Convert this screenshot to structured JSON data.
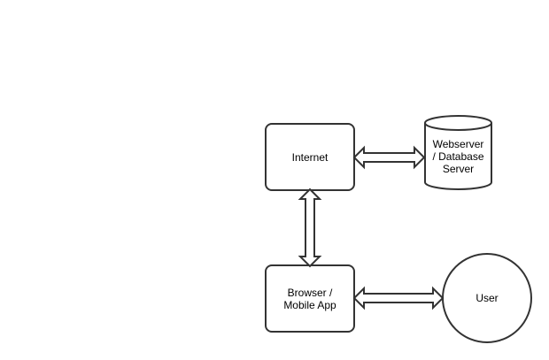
{
  "nodes": {
    "internet": {
      "label": "Internet"
    },
    "server": {
      "label": "Webserver\n/ Database\nServer"
    },
    "browser": {
      "label": "Browser /\nMobile App"
    },
    "user": {
      "label": "User"
    }
  },
  "edges": [
    {
      "from": "internet",
      "to": "server",
      "direction": "both"
    },
    {
      "from": "internet",
      "to": "browser",
      "direction": "both"
    },
    {
      "from": "browser",
      "to": "user",
      "direction": "both"
    }
  ],
  "colors": {
    "stroke": "#333333",
    "fill": "#ffffff",
    "text": "#000000"
  }
}
